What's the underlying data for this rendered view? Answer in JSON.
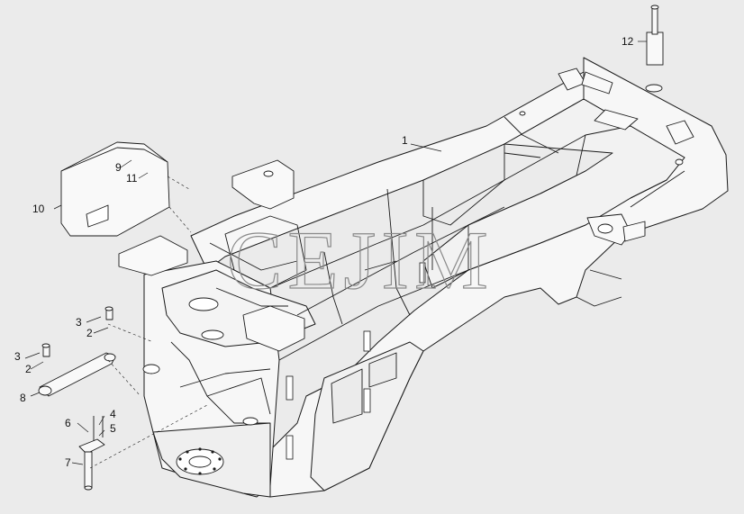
{
  "background": "#ebebeb",
  "line_color": "#1a1a1a",
  "watermark": {
    "text": "CEJIM",
    "color": "#8a8a8a"
  },
  "callouts": [
    "1",
    "2",
    "3",
    "2",
    "3",
    "4",
    "5",
    "6",
    "7",
    "8",
    "9",
    "10",
    "11",
    "12"
  ]
}
